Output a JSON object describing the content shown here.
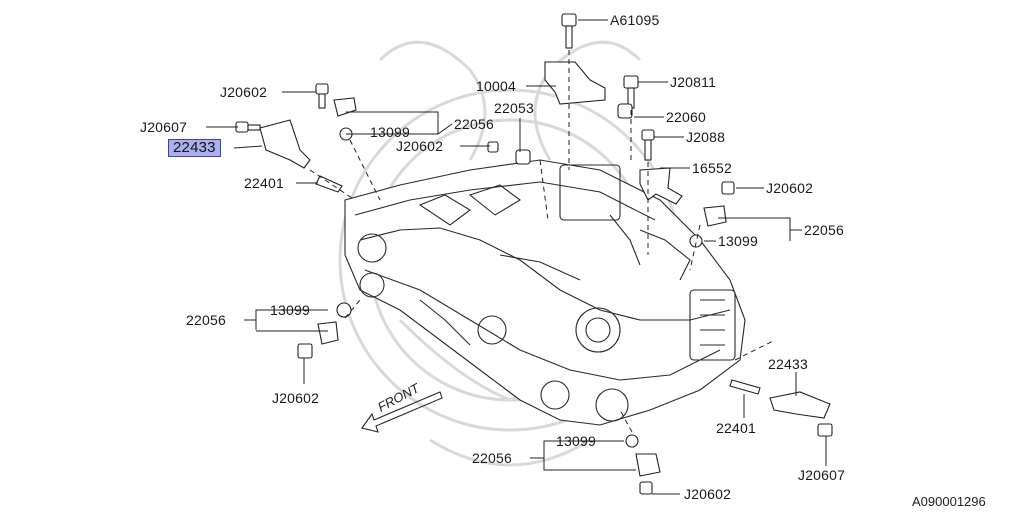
{
  "diagram": {
    "document_id": "A090001296",
    "front_marker": "FRONT",
    "highlight_color": "#aab0ee",
    "watermark": "faint emblem",
    "callouts": [
      {
        "id": "a61095",
        "text": "A61095"
      },
      {
        "id": "p10004",
        "text": "10004"
      },
      {
        "id": "j20811",
        "text": "J20811"
      },
      {
        "id": "j20602_tl",
        "text": "J20602"
      },
      {
        "id": "p22053",
        "text": "22053"
      },
      {
        "id": "p22060",
        "text": "22060"
      },
      {
        "id": "j20607_l",
        "text": "J20607"
      },
      {
        "id": "p13099_top",
        "text": "13099"
      },
      {
        "id": "p22056_top",
        "text": "22056"
      },
      {
        "id": "j2088",
        "text": "J2088"
      },
      {
        "id": "p22433_hl",
        "text": "22433",
        "highlighted": true
      },
      {
        "id": "j20602_mid",
        "text": "J20602"
      },
      {
        "id": "p16552",
        "text": "16552"
      },
      {
        "id": "p22401_l",
        "text": "22401"
      },
      {
        "id": "j20602_r",
        "text": "J20602"
      },
      {
        "id": "p13099_r",
        "text": "13099"
      },
      {
        "id": "p22056_r",
        "text": "22056"
      },
      {
        "id": "p13099_l",
        "text": "13099"
      },
      {
        "id": "p22056_l",
        "text": "22056"
      },
      {
        "id": "j20602_l",
        "text": "J20602"
      },
      {
        "id": "p22433_r",
        "text": "22433"
      },
      {
        "id": "p22401_r",
        "text": "22401"
      },
      {
        "id": "p13099_b",
        "text": "13099"
      },
      {
        "id": "p22056_b",
        "text": "22056"
      },
      {
        "id": "j20607_r",
        "text": "J20607"
      },
      {
        "id": "j20602_b",
        "text": "J20602"
      }
    ]
  }
}
